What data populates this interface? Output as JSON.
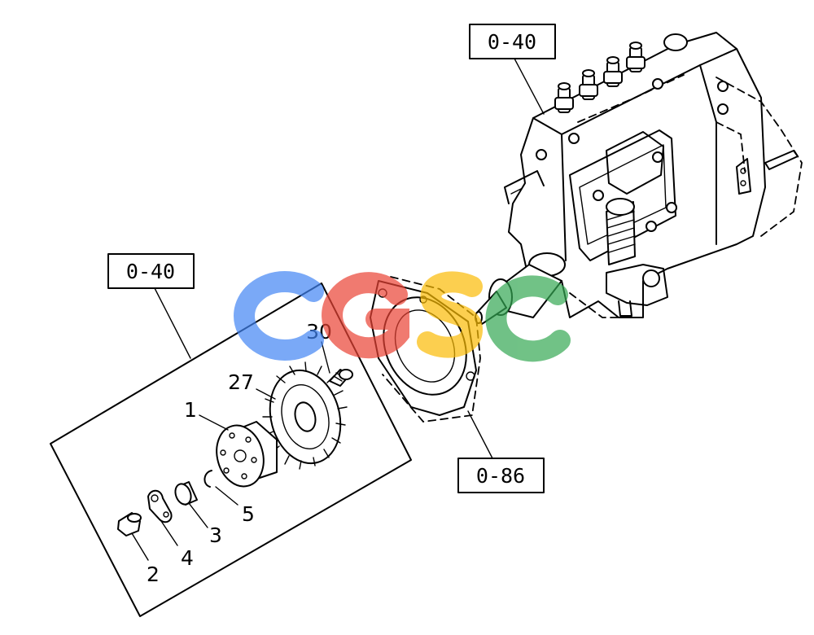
{
  "references": {
    "top_right": "0-40",
    "left": "0-40",
    "bottom_right": "0-86"
  },
  "callouts": {
    "c30": "30",
    "c27": "27",
    "c1": "1",
    "c5": "5",
    "c3": "3",
    "c4": "4",
    "c2": "2"
  },
  "watermark": {
    "text": "CGSC",
    "colors": [
      "#4285f4",
      "#ea4335",
      "#fbbc05",
      "#34a853"
    ]
  }
}
